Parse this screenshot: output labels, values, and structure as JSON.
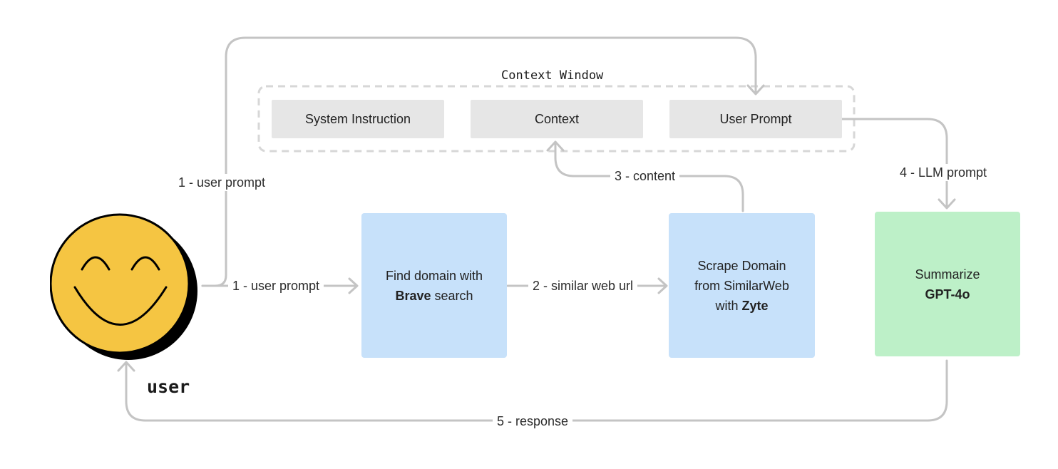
{
  "context_window": {
    "title": "Context Window",
    "items": [
      {
        "label": "System Instruction"
      },
      {
        "label": "Context"
      },
      {
        "label": "User Prompt"
      }
    ]
  },
  "nodes": {
    "user": {
      "label": "user",
      "icon": "smiley-face-icon",
      "color": "#F5C542"
    },
    "brave": {
      "line1": "Find domain with",
      "bold": "Brave",
      "rest": " search",
      "color": "#C7E1FA"
    },
    "scrape": {
      "line1": "Scrape Domain",
      "line2": "from SimilarWeb",
      "line3_pre": "with ",
      "line3_bold": "Zyte",
      "color": "#C7E1FA"
    },
    "summarize": {
      "line1": "Summarize",
      "line2": "GPT-4o",
      "color": "#BDF0C8"
    }
  },
  "edges": {
    "user_prompt_top": "1 - user prompt",
    "user_prompt_mid": "1 - user prompt",
    "similar_url": "2 - similar web url",
    "content": "3 - content",
    "llm_prompt": "4 - LLM prompt",
    "response": "5 - response"
  }
}
